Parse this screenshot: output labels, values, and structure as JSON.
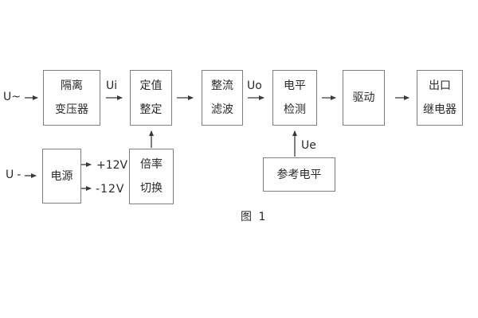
{
  "figure": {
    "caption": "图 1"
  },
  "blocks": {
    "isolation_transformer": {
      "lines": [
        "隔离",
        "变压器"
      ]
    },
    "value_setting": {
      "lines": [
        "定值",
        "整定"
      ]
    },
    "rectifier_filter": {
      "lines": [
        "整流",
        "滤波"
      ]
    },
    "level_detection": {
      "lines": [
        "电平",
        "检测"
      ]
    },
    "drive": {
      "lines": [
        "驱动"
      ]
    },
    "output_relay": {
      "lines": [
        "出口",
        "继电器"
      ]
    },
    "power_supply": {
      "lines": [
        "电源"
      ]
    },
    "ratio_switch": {
      "lines": [
        "倍率",
        "切换"
      ]
    },
    "reference_level": {
      "lines": [
        "参考电平"
      ]
    }
  },
  "signal_labels": {
    "input_ac": "U~",
    "input_dc": "U-",
    "ui": "Ui",
    "uo": "Uo",
    "ue": "Ue",
    "plus_12v": "+12V",
    "minus_12v": "-12V"
  },
  "colors": {
    "background": "#ffffff",
    "box_border": "#7f7f7f",
    "text": "#2a2a2a",
    "line": "#3a3a3a"
  }
}
